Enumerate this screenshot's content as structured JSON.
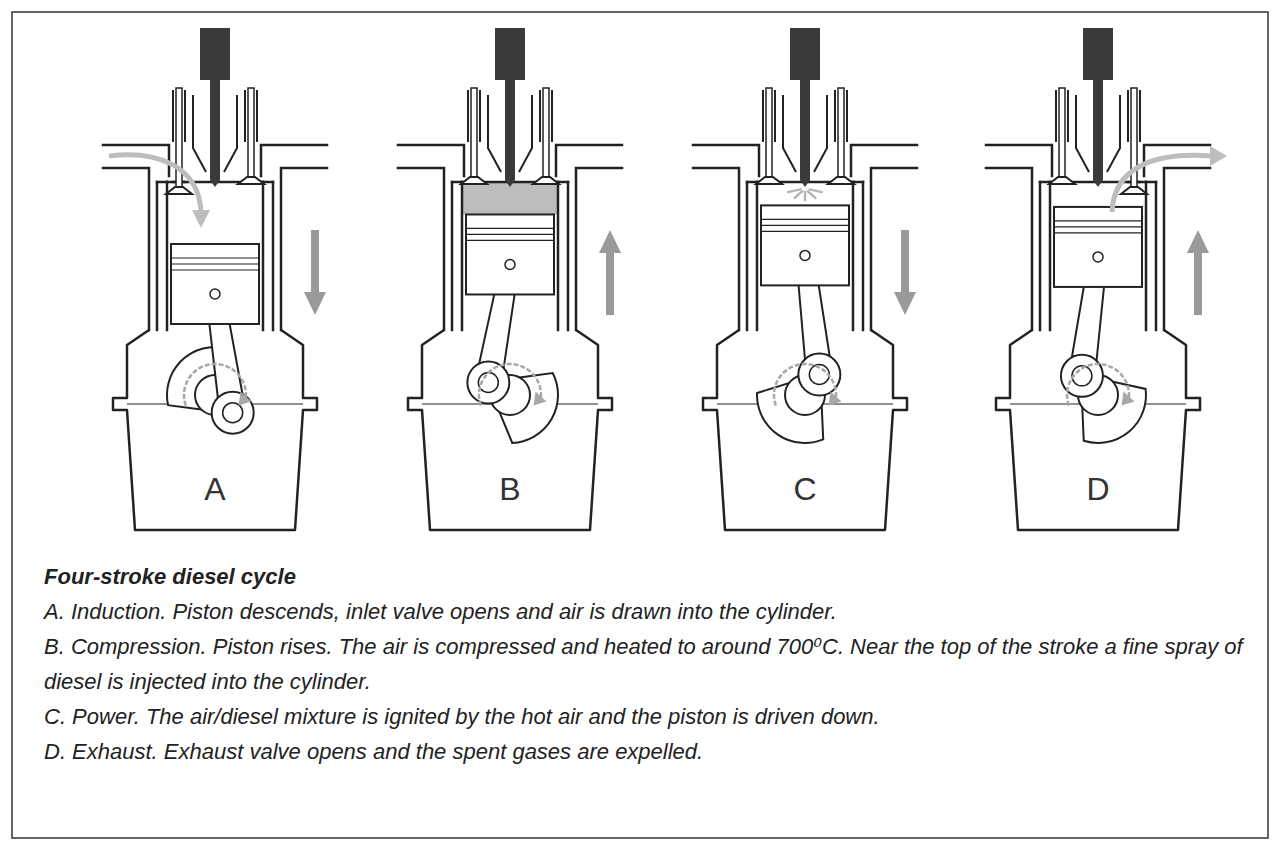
{
  "diagram": {
    "title": "Four-stroke diesel cycle",
    "labels": [
      "A",
      "B",
      "C",
      "D",
      "A. Induction. Piston descends, inlet valve opens and air is drawn into the cylinder.",
      "B. Compression. Piston rises. The air is compressed and heated to around 700⁰C. Near the top of the stroke a fine spray of diesel is injected into the cylinder.",
      "C. Power. The air/diesel mixture is ignited by the hot air and the piston is driven down.",
      "D. Exhaust. Exhaust valve opens and the spent gases are expelled."
    ]
  }
}
